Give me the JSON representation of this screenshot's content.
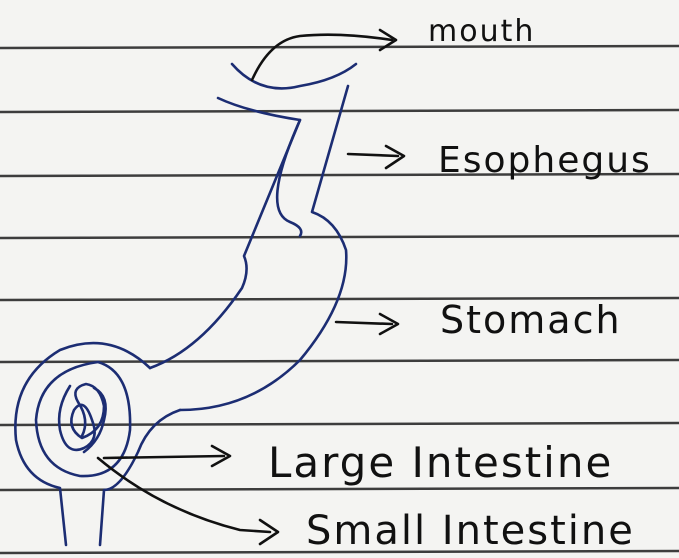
{
  "labels": {
    "mouth": "mouth",
    "esophagus": "Esophegus",
    "stomach": "Stomach",
    "large_intestine": "Large Intestine",
    "small_intestine": "Small Intestine"
  },
  "colors": {
    "paper": "#f4f4f2",
    "ruled_line": "#3d3d3d",
    "organ_ink": "#1c2d73",
    "arrow_ink": "#111111"
  }
}
